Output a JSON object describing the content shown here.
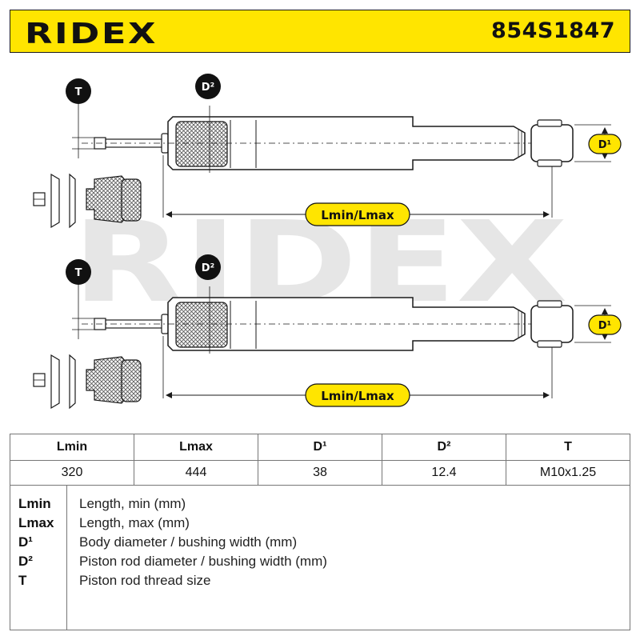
{
  "header": {
    "brand": "RIDEX",
    "part_number": "854S1847"
  },
  "diagram": {
    "watermark": "RIDEX",
    "views": [
      {
        "thread_label": "T",
        "rod_label": "D²",
        "body_label": "D¹",
        "length_label": "Lmin/Lmax"
      },
      {
        "thread_label": "T",
        "rod_label": "D²",
        "body_label": "D¹",
        "length_label": "Lmin/Lmax"
      }
    ],
    "colors": {
      "accent": "#ffe500",
      "line": "#1a1a1a",
      "watermark": "#e6e6e6"
    }
  },
  "spec_table": {
    "headers": [
      "Lmin",
      "Lmax",
      "D¹",
      "D²",
      "T"
    ],
    "values": [
      "320",
      "444",
      "38",
      "12.4",
      "M10x1.25"
    ]
  },
  "legend": [
    {
      "key": "Lmin",
      "desc": "Length, min (mm)"
    },
    {
      "key": "Lmax",
      "desc": "Length, max (mm)"
    },
    {
      "key": "D¹",
      "desc": "Body diameter / bushing width (mm)"
    },
    {
      "key": "D²",
      "desc": "Piston rod diameter / bushing width (mm)"
    },
    {
      "key": "T",
      "desc": "Piston rod thread size"
    }
  ]
}
